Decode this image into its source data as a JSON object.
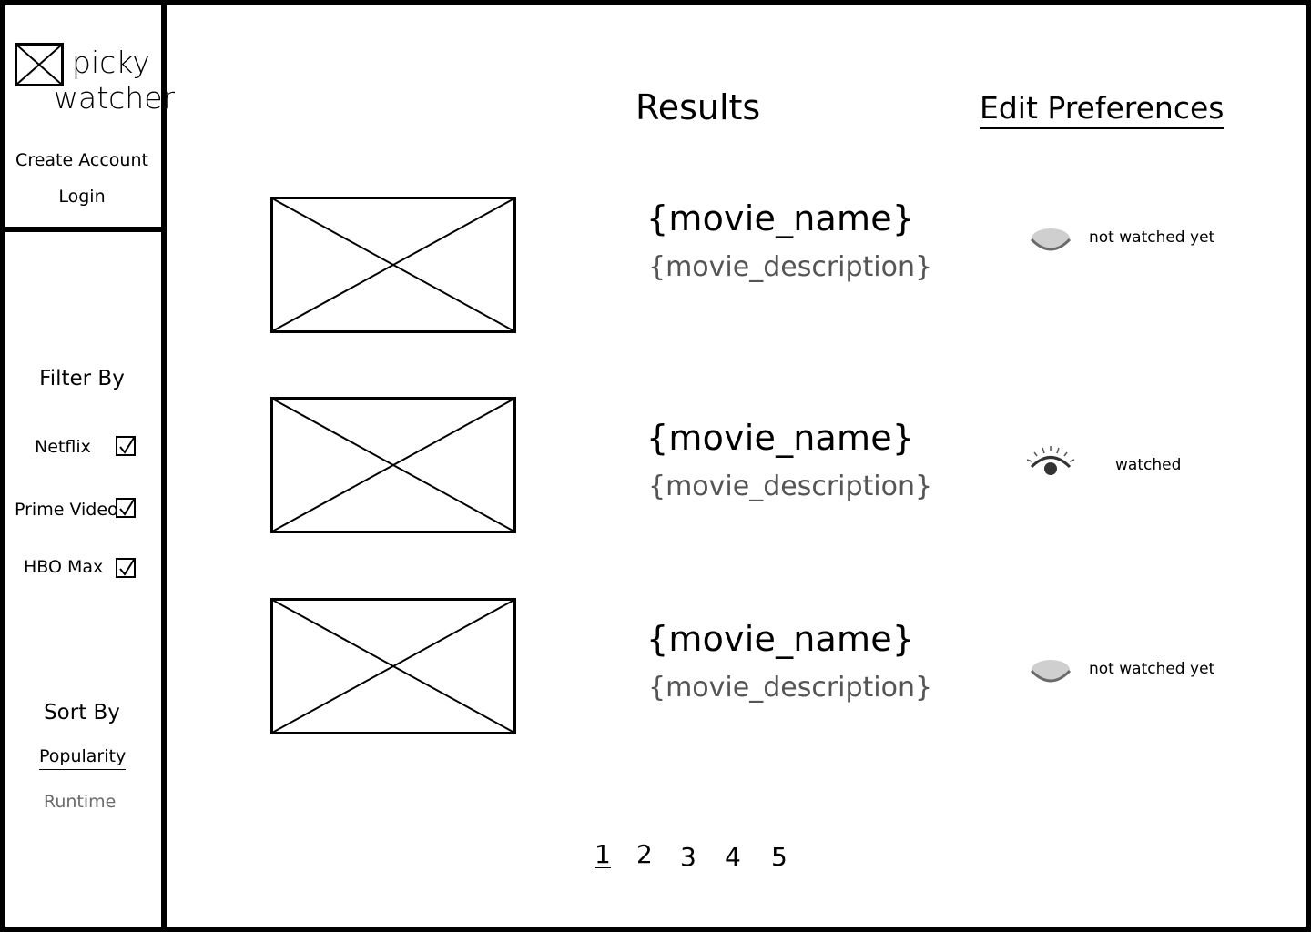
{
  "brand": {
    "line1": "picky",
    "line2": "watcher"
  },
  "account": {
    "create_label": "Create Account",
    "login_label": "Login"
  },
  "filter": {
    "title": "Filter By",
    "options": [
      {
        "label": "Netflix",
        "checked": true
      },
      {
        "label": "Prime Video",
        "checked": true
      },
      {
        "label": "HBO Max",
        "checked": true
      }
    ]
  },
  "sort": {
    "title": "Sort By",
    "options": [
      {
        "label": "Popularity",
        "active": true
      },
      {
        "label": "Runtime",
        "active": false
      }
    ]
  },
  "header": {
    "title": "Results",
    "edit_label": "Edit Preferences"
  },
  "results": [
    {
      "name": "{movie_name}",
      "description": "{movie_description}",
      "status": "not watched yet",
      "status_icon": "closed-eye-icon"
    },
    {
      "name": "{movie_name}",
      "description": "{movie_description}",
      "status": "watched",
      "status_icon": "eye-icon"
    },
    {
      "name": "{movie_name}",
      "description": "{movie_description}",
      "status": "not watched yet",
      "status_icon": "closed-eye-icon"
    }
  ],
  "pagination": {
    "pages": [
      "1",
      "2",
      "3",
      "4",
      "5"
    ],
    "current": "1"
  },
  "colors": {
    "border": "#000000",
    "description": "#555555",
    "inactive": "#6b6b6b",
    "icon_fill": "#cfcfcf"
  }
}
